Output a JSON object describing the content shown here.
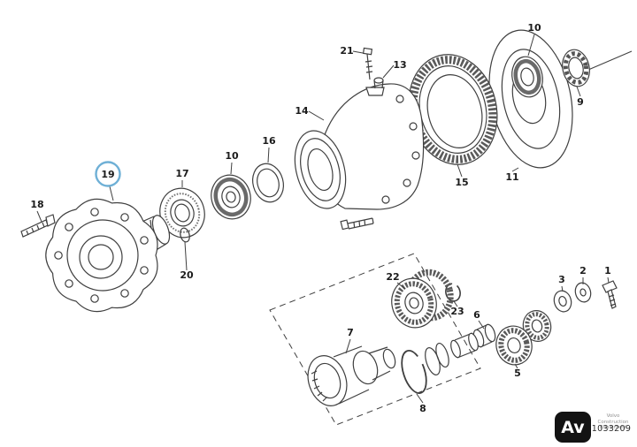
{
  "diagram": {
    "type": "exploded-parts-diagram",
    "subject": "wheel hub / planetary gear assembly",
    "highlighted_part": "19",
    "highlight_color": "#6fb0d6",
    "line_color": "#3f3f3f",
    "part_labels": {
      "p1": "1",
      "p2": "2",
      "p3": "3",
      "p5": "5",
      "p6": "6",
      "p7": "7",
      "p8": "8",
      "p9": "9",
      "p10a": "10",
      "p10b": "10",
      "p11": "11",
      "p13": "13",
      "p14": "14",
      "p15": "15",
      "p16": "16",
      "p17": "17",
      "p18": "18",
      "p19": "19",
      "p20": "20",
      "p21": "21",
      "p22": "22",
      "p23": "23"
    }
  },
  "footer": {
    "brand_line1": "Volvo Construction",
    "brand_line2": "Equipment",
    "figure_number": "1033209"
  },
  "watermark": {
    "text": "Av",
    "bg": "#131313",
    "fg": "#ffffff"
  }
}
